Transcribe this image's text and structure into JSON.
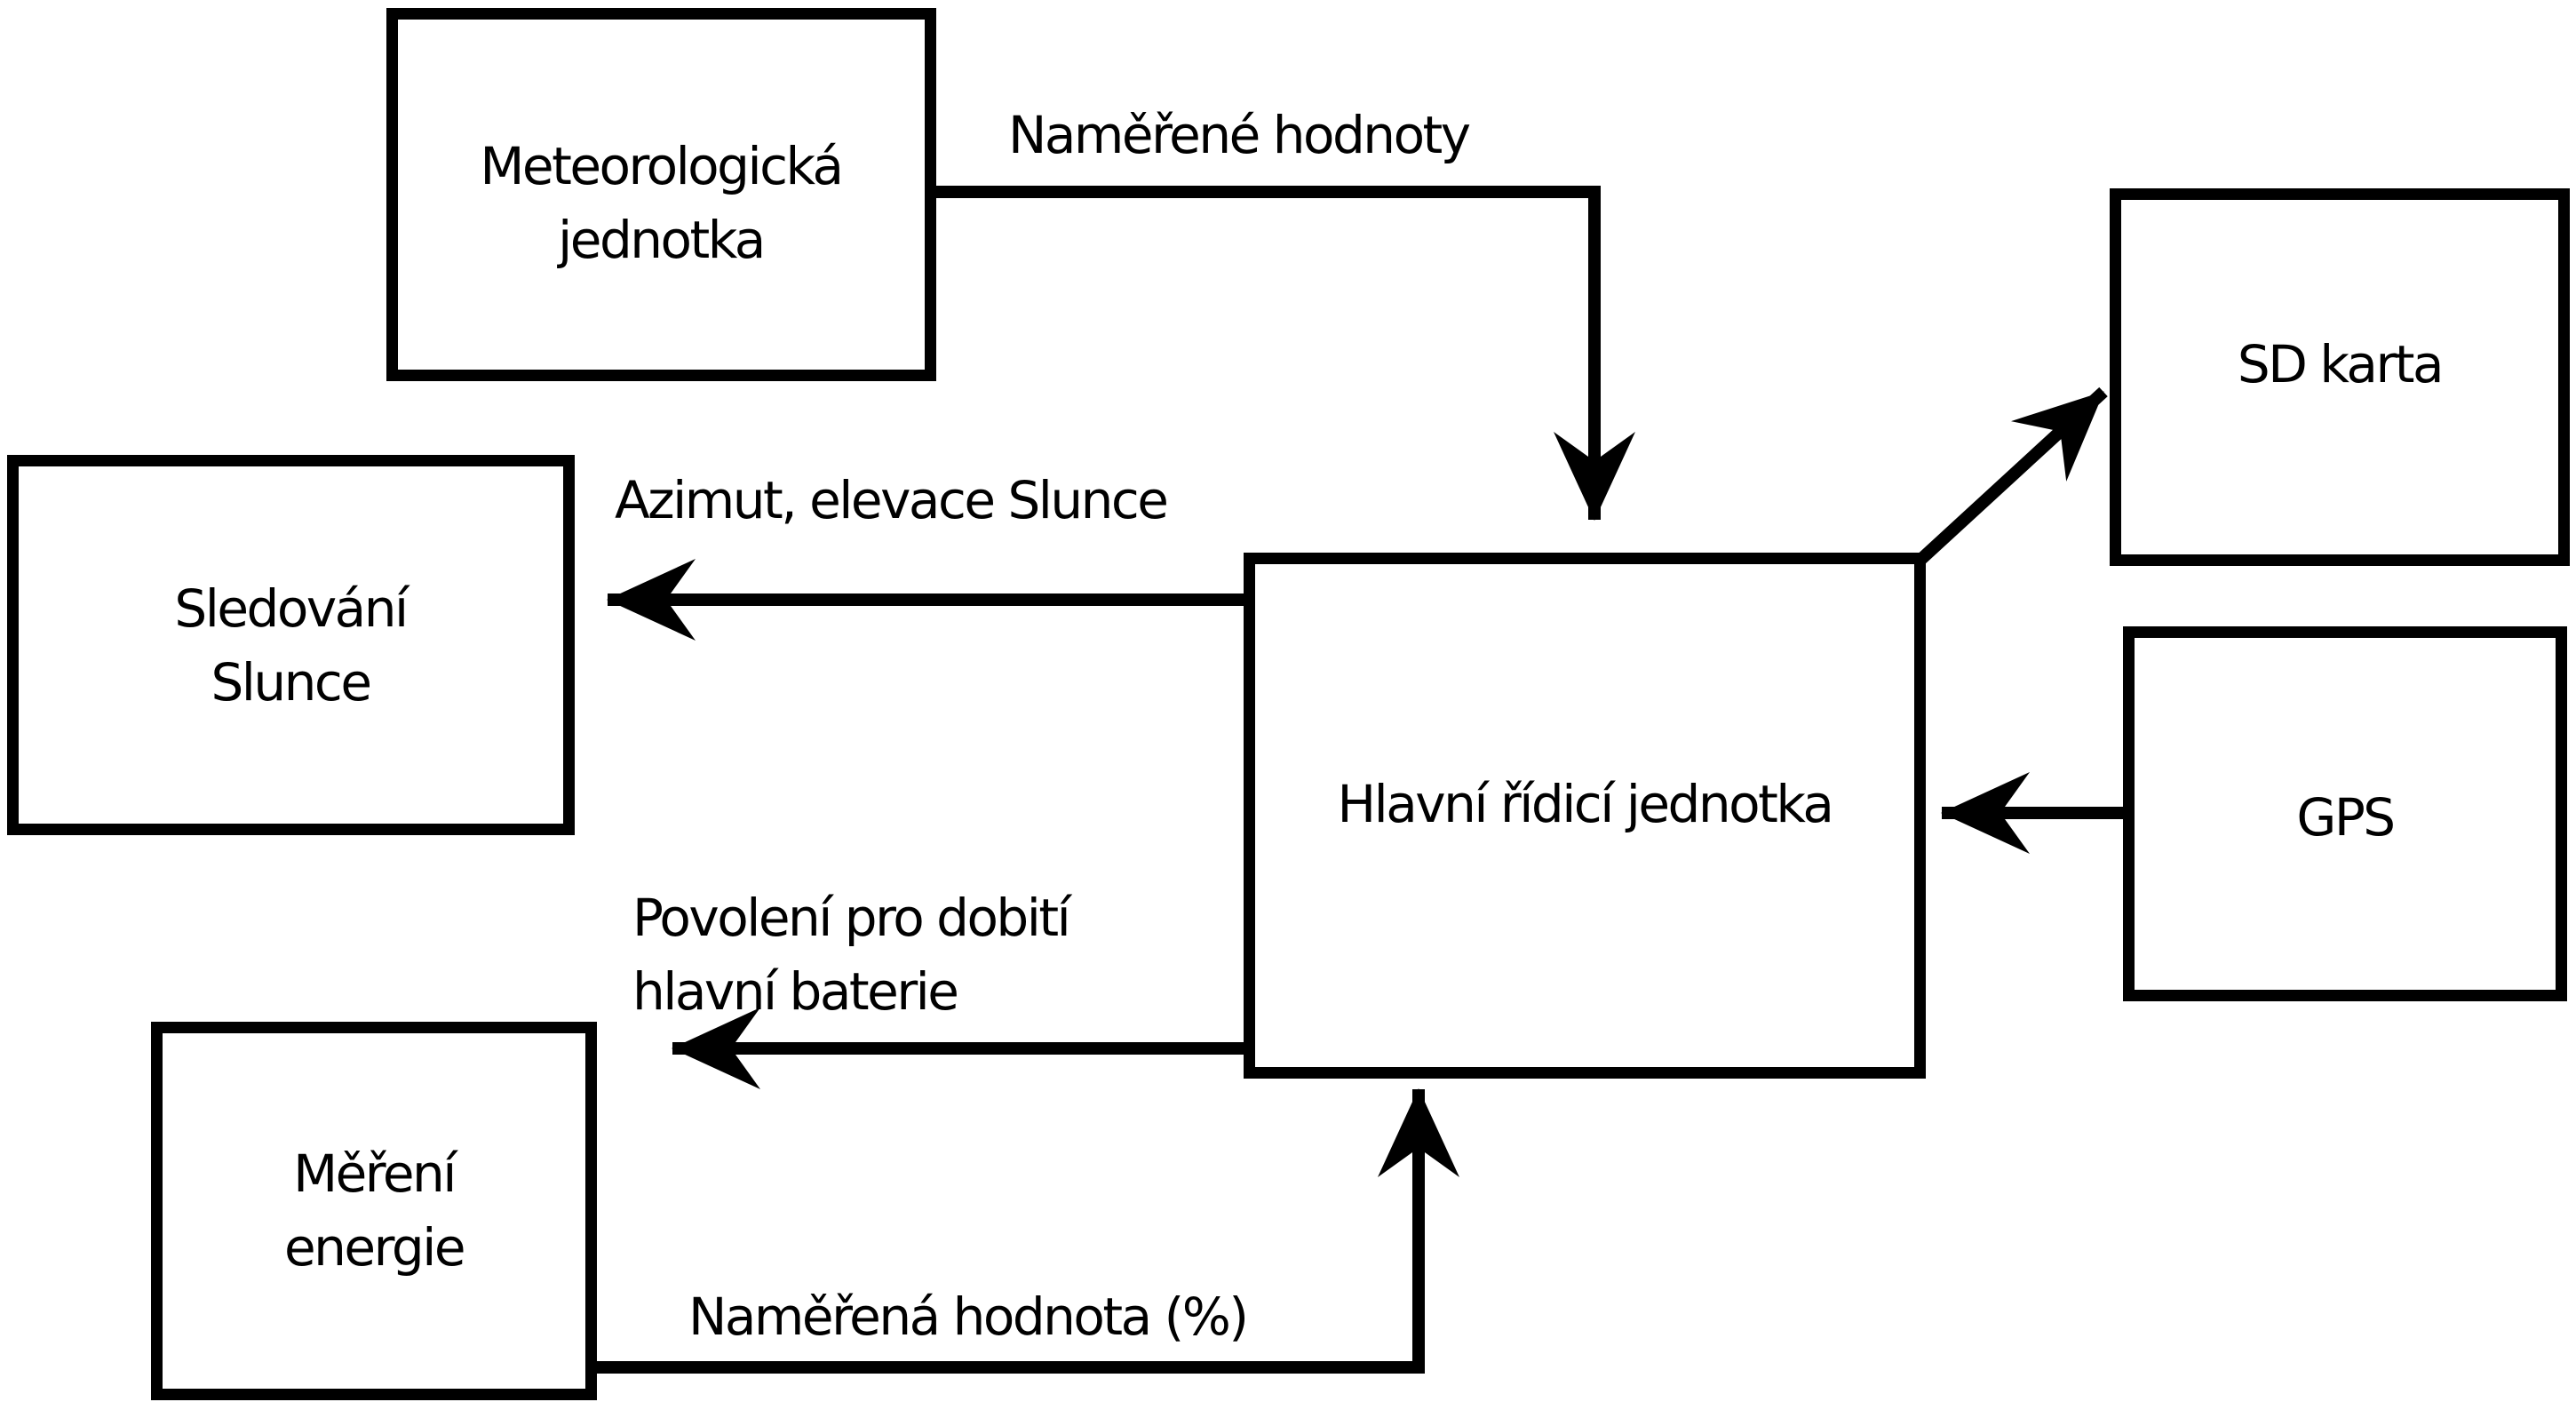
{
  "diagram": {
    "type": "block-diagram",
    "colors": {
      "stroke": "#000000",
      "node_fill": "#ffffff",
      "background": "#ffffff"
    },
    "nodes": [
      {
        "id": "meteorologicka-jednotka",
        "lines": [
          "Meteorologická",
          "jednotka"
        ]
      },
      {
        "id": "sledovani-slunce",
        "lines": [
          "Sledování",
          "Slunce"
        ]
      },
      {
        "id": "mereni-energie",
        "lines": [
          "Měření",
          "energie"
        ]
      },
      {
        "id": "hlavni-ridici-jednotka",
        "lines": [
          "Hlavní řídicí jednotka"
        ]
      },
      {
        "id": "sd-karta",
        "lines": [
          "SD karta"
        ]
      },
      {
        "id": "gps",
        "lines": [
          "GPS"
        ]
      }
    ],
    "edges": [
      {
        "id": "namerene-hodnoty",
        "from": "meteorologicka-jednotka",
        "to": "hlavni-ridici-jednotka",
        "label": "Naměřené hodnoty"
      },
      {
        "id": "azimut-elevace",
        "from": "hlavni-ridici-jednotka",
        "to": "sledovani-slunce",
        "label": "Azimut, elevace Slunce"
      },
      {
        "id": "povoleni-dobiti",
        "from": "hlavni-ridici-jednotka",
        "to": "left",
        "label_lines": [
          "Povolení pro dobití",
          "hlavní baterie"
        ]
      },
      {
        "id": "namerena-hodnota",
        "from": "mereni-energie",
        "to": "hlavni-ridici-jednotka",
        "label": "Naměřená hodnota (%)"
      },
      {
        "id": "zapis-sd",
        "from": "hlavni-ridici-jednotka",
        "to": "sd-karta",
        "label": ""
      },
      {
        "id": "gps-data",
        "from": "gps",
        "to": "hlavni-ridici-jednotka",
        "label": ""
      }
    ]
  }
}
